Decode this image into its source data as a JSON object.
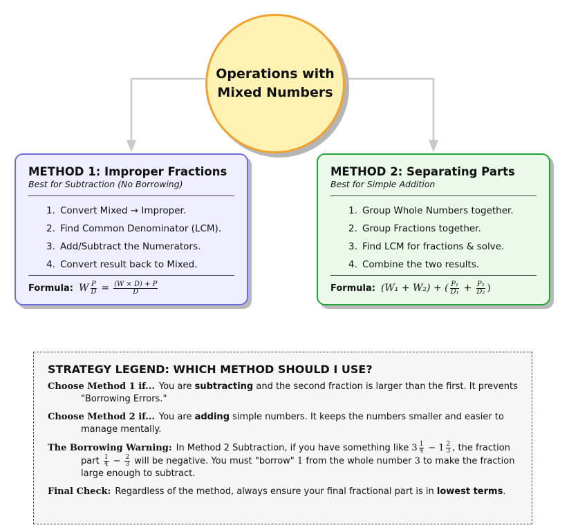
{
  "center": {
    "title_line1": "Operations with",
    "title_line2": "Mixed Numbers"
  },
  "colors": {
    "circle_fill": "#fff2b3",
    "circle_border": "#f2a12e",
    "method1_border": "#6e6cdc",
    "method1_fill": "#eeeeff",
    "method2_border": "#23a13a",
    "method2_fill": "#ebf9eb",
    "connector": "#c8c8c8"
  },
  "method1": {
    "title": "METHOD 1: Improper Fractions",
    "subtitle": "Best for Subtraction (No Borrowing)",
    "steps": [
      {
        "num": "1.",
        "text": "Convert Mixed → Improper."
      },
      {
        "num": "2.",
        "text": "Find Common Denominator (LCM)."
      },
      {
        "num": "3.",
        "text": "Add/Subtract the Numerators."
      },
      {
        "num": "4.",
        "text": "Convert result back to Mixed."
      }
    ],
    "formula_label": "Formula:",
    "formula": {
      "w": "W",
      "p": "P",
      "d": "D",
      "eq": "=",
      "num": "(W × D) + P",
      "den": "D"
    }
  },
  "method2": {
    "title": "METHOD 2: Separating Parts",
    "subtitle": "Best for Simple Addition",
    "steps": [
      {
        "num": "1.",
        "text": "Group Whole Numbers together."
      },
      {
        "num": "2.",
        "text": "Group Fractions together."
      },
      {
        "num": "3.",
        "text": "Find LCM for fractions & solve."
      },
      {
        "num": "4.",
        "text": "Combine the two results."
      }
    ],
    "formula_label": "Formula:",
    "formula": {
      "left": "(W₁ + W₂) + (",
      "p1": "P₁",
      "d1": "D₁",
      "plus": "+",
      "p2": "P₂",
      "d2": "D₂",
      "right": ")"
    }
  },
  "legend": {
    "title": "STRATEGY LEGEND: WHICH METHOD SHOULD I USE?",
    "entry1": {
      "label": "Choose Method 1 if...",
      "pre": "You are ",
      "bold": "subtracting",
      "post": " and the second fraction is larger than the first. It prevents \"Borrowing Errors.\""
    },
    "entry2": {
      "label": "Choose Method 2 if...",
      "pre": "You are ",
      "bold": "adding",
      "post": " simple numbers. It keeps the numbers smaller and easier to manage mentally."
    },
    "entry3": {
      "label": "The Borrowing Warning:",
      "t1": "In Method 2 Subtraction, if you have something like ",
      "m1": {
        "w1": "3",
        "n1": "1",
        "d1": "4",
        "minus": "−",
        "w2": "1",
        "n2": "2",
        "d2": "3"
      },
      "t2": ", the fraction part ",
      "m2": {
        "n1": "1",
        "d1": "4",
        "minus": "−",
        "n2": "2",
        "d2": "3"
      },
      "t3": " will be negative. You must \"borrow\" ",
      "one": "1",
      "t4": " from the whole number ",
      "three": "3",
      "t5": " to make the fraction large enough to subtract."
    },
    "entry4": {
      "label": "Final Check:",
      "pre": "Regardless of the method, always ensure your final fractional part is in ",
      "bold": "lowest terms",
      "post": "."
    }
  }
}
